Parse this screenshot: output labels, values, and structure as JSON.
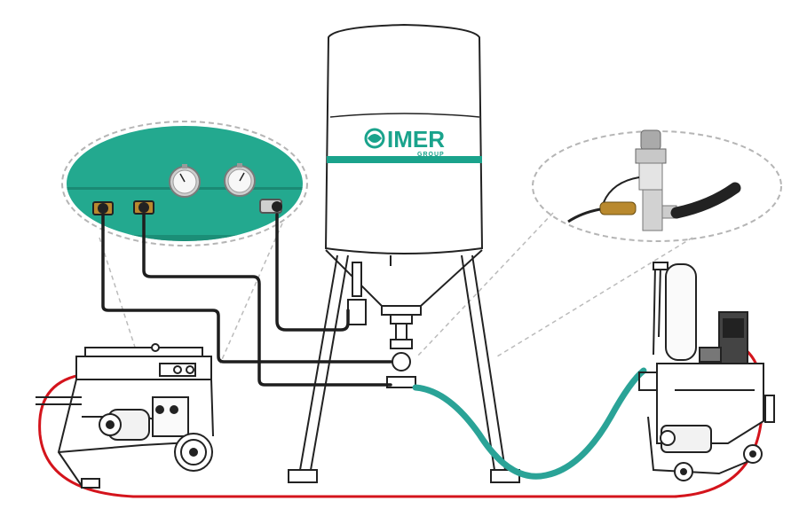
{
  "brand": {
    "name": "IMER",
    "group": "GROUP",
    "color": "#1aa38c"
  },
  "colors": {
    "silo_band": "#1aa38c",
    "panel": "#23a98f",
    "material_hose": "#2aa397",
    "power_cable": "#d4141c",
    "air_hose": "#1e1e1e",
    "outline": "#222222",
    "callout_border": "#b5b5b5"
  },
  "components": {
    "silo": "silo",
    "compressor": "air-compressor",
    "mixing_pump": "mixing-pump",
    "control_panel_callout": "pressure-gauge-panel",
    "valve_callout": "outlet-valve-detail"
  },
  "icons": {
    "gauge": "pressure-gauge-icon",
    "coupling": "air-coupling-icon",
    "valve": "valve-icon",
    "wheel": "wheel-icon"
  }
}
